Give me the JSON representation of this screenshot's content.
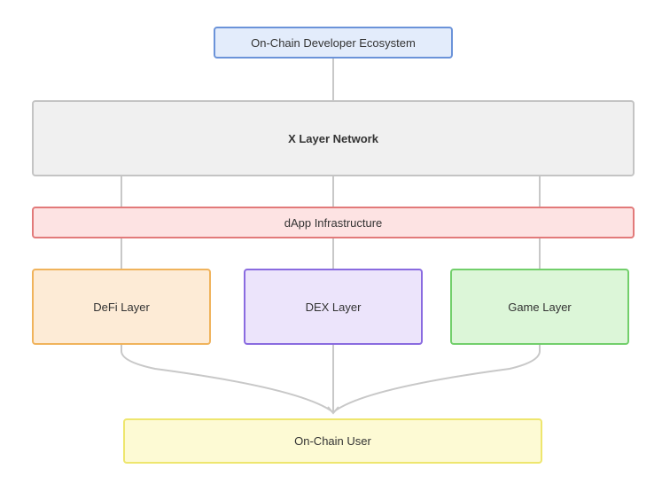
{
  "diagram": {
    "nodes": {
      "ecosystem": "On-Chain Developer Ecosystem",
      "network": "X Layer Network",
      "infrastructure": "dApp Infrastructure",
      "defi": "DeFi Layer",
      "dex": "DEX Layer",
      "game": "Game Layer",
      "user": "On-Chain User"
    },
    "colors": {
      "ecosystem_fill": "#e3ecfb",
      "ecosystem_border": "#6b93d9",
      "network_fill": "#f0f0f0",
      "network_border": "#c4c4c4",
      "infrastructure_fill": "#fde3e3",
      "infrastructure_border": "#e27a7a",
      "defi_fill": "#fdebd6",
      "defi_border": "#f0b35c",
      "dex_fill": "#ece4fb",
      "dex_border": "#8a6be0",
      "game_fill": "#dcf6d8",
      "game_border": "#72cf6b",
      "user_fill": "#fdfad4",
      "user_border": "#eee66e",
      "connector": "#c8c8c8"
    },
    "edges": [
      {
        "from": "ecosystem",
        "to": "network"
      },
      {
        "from": "network",
        "to": "defi"
      },
      {
        "from": "network",
        "to": "dex"
      },
      {
        "from": "network",
        "to": "game"
      },
      {
        "from": "defi",
        "to": "user"
      },
      {
        "from": "dex",
        "to": "user"
      },
      {
        "from": "game",
        "to": "user"
      }
    ]
  }
}
